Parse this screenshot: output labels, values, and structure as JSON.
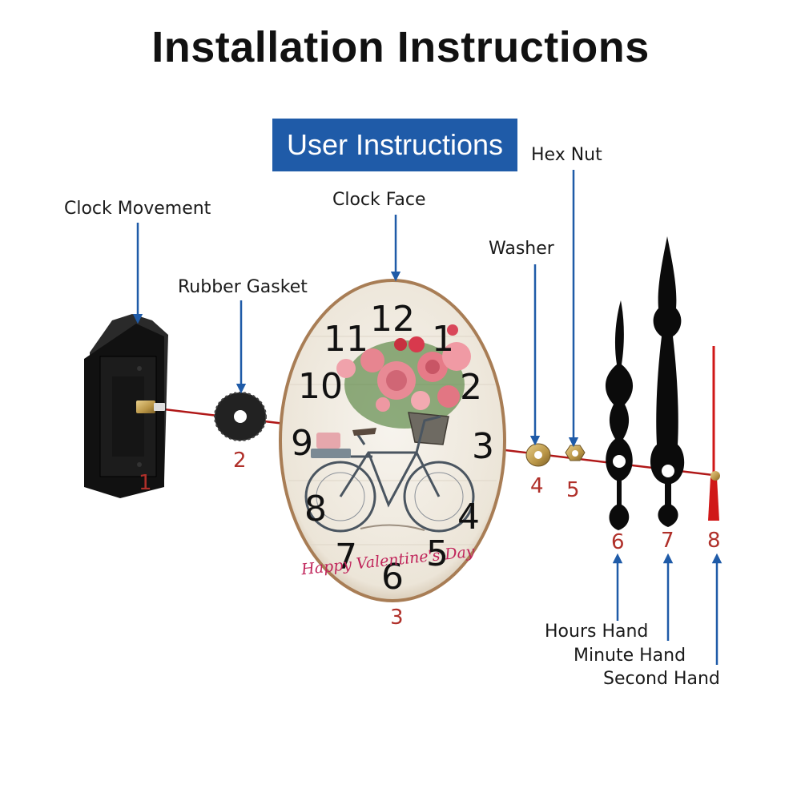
{
  "title": "Installation Instructions",
  "banner": "User Instructions",
  "clock_text": "Happy Valentine's Day",
  "dial_numbers": [
    "12",
    "1",
    "2",
    "3",
    "4",
    "5",
    "6",
    "7",
    "8",
    "9",
    "10",
    "11"
  ],
  "parts": [
    {
      "number": "1",
      "label": "Clock Movement"
    },
    {
      "number": "2",
      "label": "Rubber Gasket"
    },
    {
      "number": "3",
      "label": "Clock Face"
    },
    {
      "number": "4",
      "label": "Washer"
    },
    {
      "number": "5",
      "label": "Hex Nut"
    },
    {
      "number": "6",
      "label": "Hours Hand"
    },
    {
      "number": "7",
      "label": "Minute Hand"
    },
    {
      "number": "8",
      "label": "Second Hand"
    }
  ],
  "colors": {
    "banner": "#1f5ba8",
    "arrow": "#1f5ba8",
    "number": "#b0302a",
    "axis": "#b01818",
    "second_hand": "#d01818"
  },
  "icons": [
    "arrow-down-icon",
    "arrow-up-icon"
  ]
}
